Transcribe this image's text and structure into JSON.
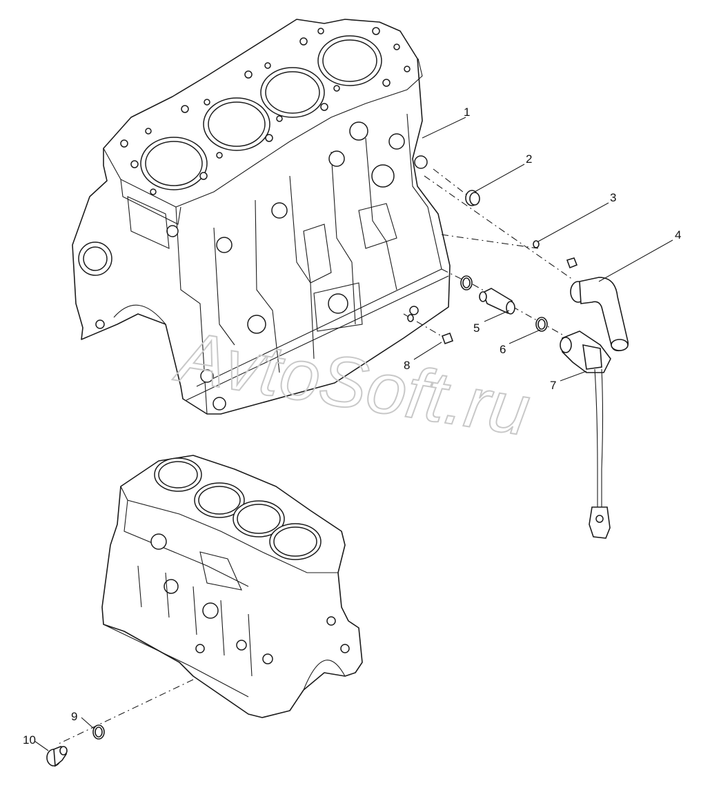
{
  "watermark": "AvtoSoft.ru",
  "callouts": [
    "1",
    "2",
    "3",
    "4",
    "5",
    "6",
    "7",
    "8",
    "9",
    "10"
  ]
}
